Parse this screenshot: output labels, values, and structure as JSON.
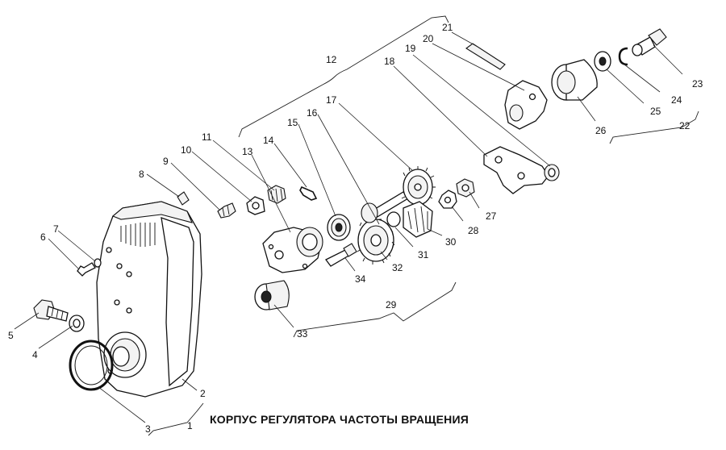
{
  "title": "КОРПУС РЕГУЛЯТОРА ЧАСТОТЫ ВРАЩЕНИЯ",
  "labels": [
    "1",
    "2",
    "3",
    "4",
    "5",
    "6",
    "7",
    "8",
    "9",
    "10",
    "11",
    "12",
    "13",
    "14",
    "15",
    "16",
    "17",
    "18",
    "19",
    "20",
    "21",
    "22",
    "23",
    "24",
    "25",
    "26",
    "27",
    "28",
    "29",
    "30",
    "31",
    "32",
    "33",
    "34"
  ]
}
